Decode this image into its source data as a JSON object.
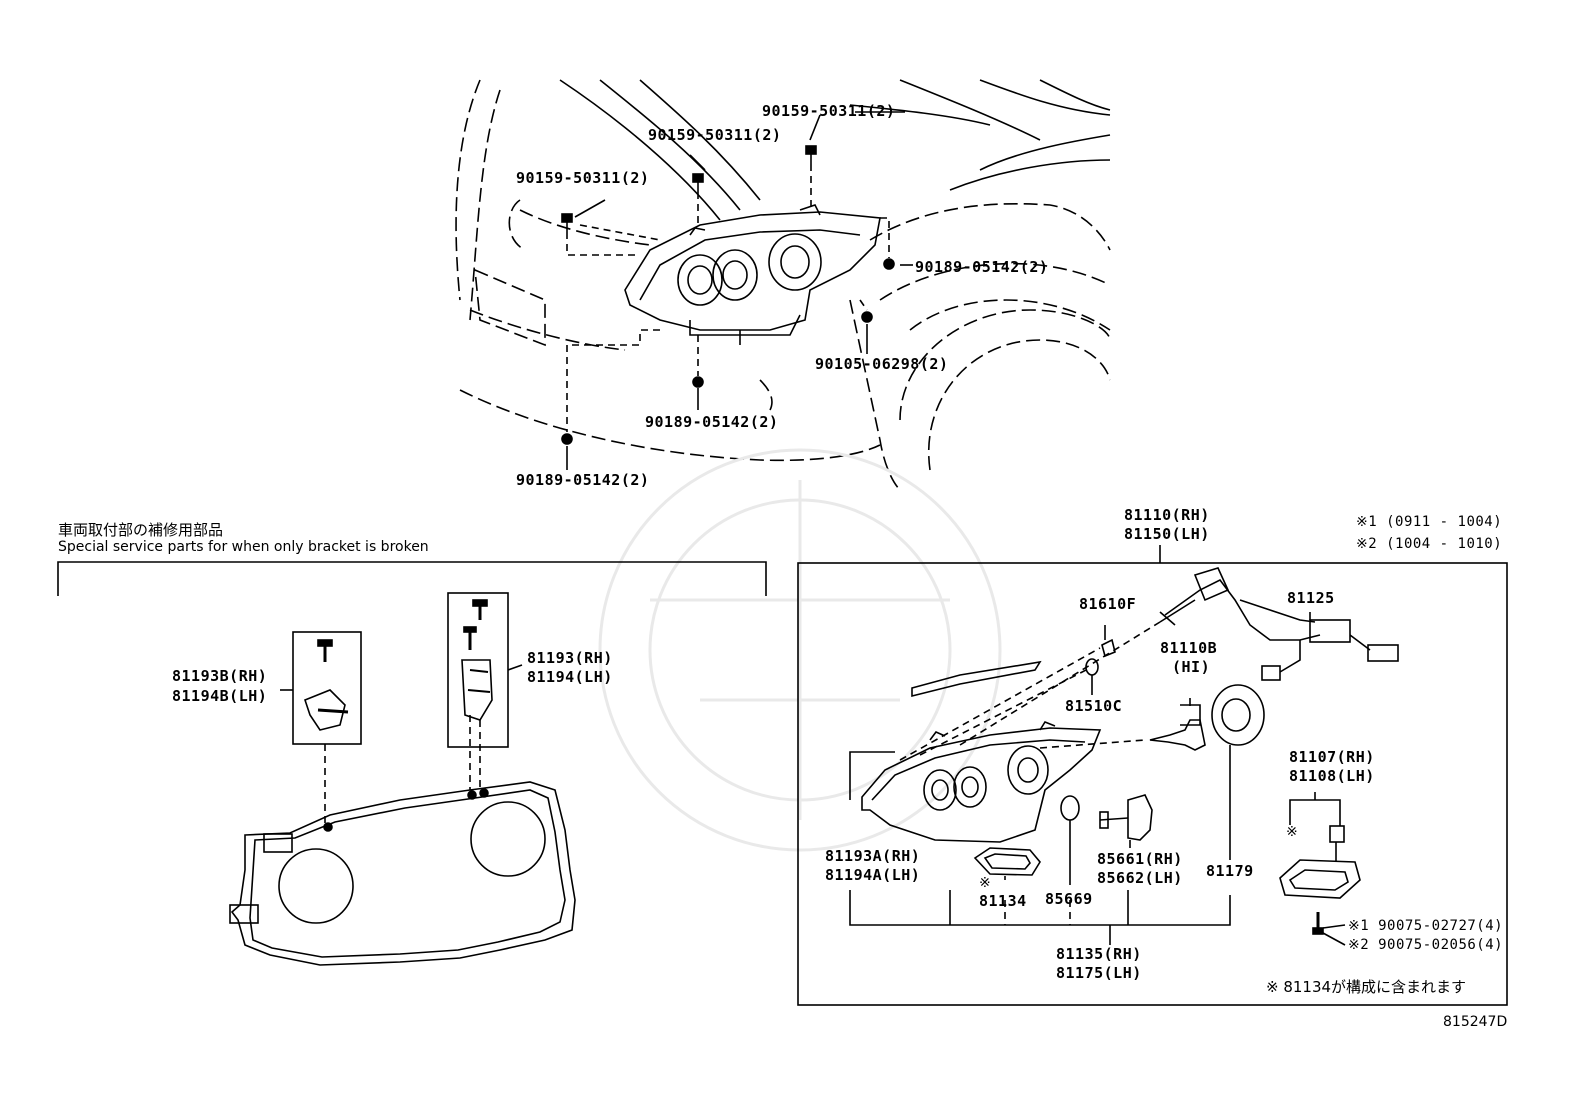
{
  "top_labels": {
    "bolt_a_1": "90159-50311(2)",
    "bolt_a_2": "90159-50311(2)",
    "bolt_a_3": "90159-50311(2)",
    "clip_b_1": "90189-05142(2)",
    "clip_b_2": "90189-05142(2)",
    "clip_b_3": "90189-05142(2)",
    "screw_c": "90105-06298(2)"
  },
  "left_section": {
    "heading_jp": "車両取付部の補修用部品",
    "heading_en": "Special service parts for when only bracket is broken",
    "kit_b_rh": "81193B(RH)",
    "kit_b_lh": "81194B(LH)",
    "kit_rh": "81193(RH)",
    "kit_lh": "81194(LH)"
  },
  "right_section": {
    "assy_rh": "81110(RH)",
    "assy_lh": "81150(LH)",
    "note1": "※1 (0911 - 1004)",
    "note2": "※2 (1004 - 1010)",
    "p81610f": "81610F",
    "p81510c": "81510C",
    "p81125": "81125",
    "p81110b": "81110B",
    "p81110b_hi": "(HI)",
    "p81107": "81107(RH)",
    "p81108": "81108(LH)",
    "mark": "※",
    "p81193a": "81193A(RH)",
    "p81194a": "81194A(LH)",
    "p81134_mark": "※",
    "p81134": "81134",
    "p85669": "85669",
    "p85661": "85661(RH)",
    "p85662": "85662(LH)",
    "p81179": "81179",
    "s1": "※1 90075-02727(4)",
    "s2": "※2 90075-02056(4)",
    "housing_rh": "81135(RH)",
    "housing_lh": "81175(LH)",
    "footnote": "※ 81134が構成に含まれます"
  },
  "diagram_id": "815247D"
}
